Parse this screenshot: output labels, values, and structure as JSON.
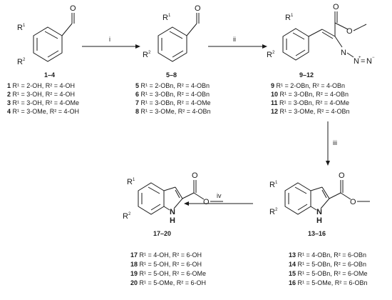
{
  "atoms": {
    "R1": "R",
    "R2": "R",
    "sup1": "1",
    "sup2": "2",
    "O": "O",
    "N": "N",
    "H": "H",
    "Nplus": "N",
    "Nminus": "N",
    "plus": "+",
    "minus": "−",
    "eq": "="
  },
  "steps": {
    "i": "i",
    "ii": "ii",
    "iii": "iii",
    "iv": "iv"
  },
  "compounds": {
    "c1_4": {
      "ids": "1–4",
      "entries": [
        {
          "num": "1",
          "text": " R¹ = 2-OH, R² = 4-OH"
        },
        {
          "num": "2",
          "text": " R¹ = 3-OH, R² = 4-OH"
        },
        {
          "num": "3",
          "text": " R¹ = 3-OH, R² = 4-OMe"
        },
        {
          "num": "4",
          "text": " R¹ = 3-OMe, R² = 4-OH"
        }
      ]
    },
    "c5_8": {
      "ids": "5–8",
      "entries": [
        {
          "num": "5",
          "text": " R¹ = 2-OBn, R² = 4-OBn"
        },
        {
          "num": "6",
          "text": " R¹ = 3-OBn, R² = 4-OBn"
        },
        {
          "num": "7",
          "text": " R¹ = 3-OBn, R² = 4-OMe"
        },
        {
          "num": "8",
          "text": " R¹ = 3-OMe, R² = 4-OBn"
        }
      ]
    },
    "c9_12": {
      "ids": "9–12",
      "entries": [
        {
          "num": "9",
          "text": " R¹ = 2-OBn, R² = 4-OBn"
        },
        {
          "num": "10",
          "text": " R¹ = 3-OBn, R² = 4-OBn"
        },
        {
          "num": "11",
          "text": " R¹ = 3-OBn, R² = 4-OMe"
        },
        {
          "num": "12",
          "text": " R¹ = 3-OMe, R² = 4-OBn"
        }
      ]
    },
    "c13_16": {
      "ids": "13–16",
      "entries": [
        {
          "num": "13",
          "text": " R¹ = 4-OBn, R² = 6-OBn"
        },
        {
          "num": "14",
          "text": " R¹ = 5-OBn, R² = 6-OBn"
        },
        {
          "num": "15",
          "text": " R¹ = 5-OBn, R² = 6-OMe"
        },
        {
          "num": "16",
          "text": " R¹ = 5-OMe, R² = 6-OBn"
        }
      ]
    },
    "c17_20": {
      "ids": "17–20",
      "entries": [
        {
          "num": "17",
          "text": " R¹ = 4-OH, R² = 6-OH"
        },
        {
          "num": "18",
          "text": " R¹ = 5-OH, R² = 6-OH"
        },
        {
          "num": "19",
          "text": " R¹ = 5-OH, R² = 6-OMe"
        },
        {
          "num": "20",
          "text": " R¹ = 5-OMe, R² = 6-OH"
        }
      ]
    }
  }
}
